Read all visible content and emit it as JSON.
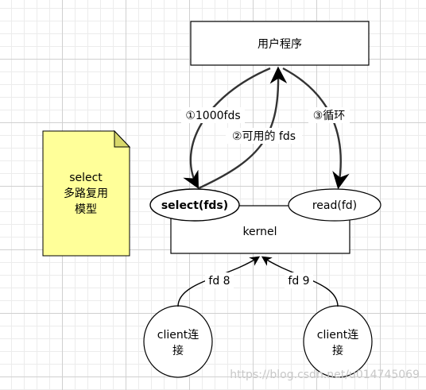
{
  "nodes": {
    "user_program": "用户程序",
    "select_fds": "select(fds)",
    "read_fd": "read(fd)",
    "kernel": "kernel",
    "note_line1": "select",
    "note_line2": "多路复用",
    "note_line3": "模型",
    "client1_line1": "client连",
    "client1_line2": "接",
    "client2_line1": "client连",
    "client2_line2": "接"
  },
  "edges": {
    "fds_1000": "①1000fds",
    "available_fds": "②可用的 fds",
    "loop": "③循环",
    "fd8": "fd 8",
    "fd9": "fd 9"
  },
  "watermark": "https://blog.csdn.net/u014745069",
  "colors": {
    "note_fill": "#ffff99",
    "note_fold": "#d8d86a",
    "line": "#000000"
  }
}
